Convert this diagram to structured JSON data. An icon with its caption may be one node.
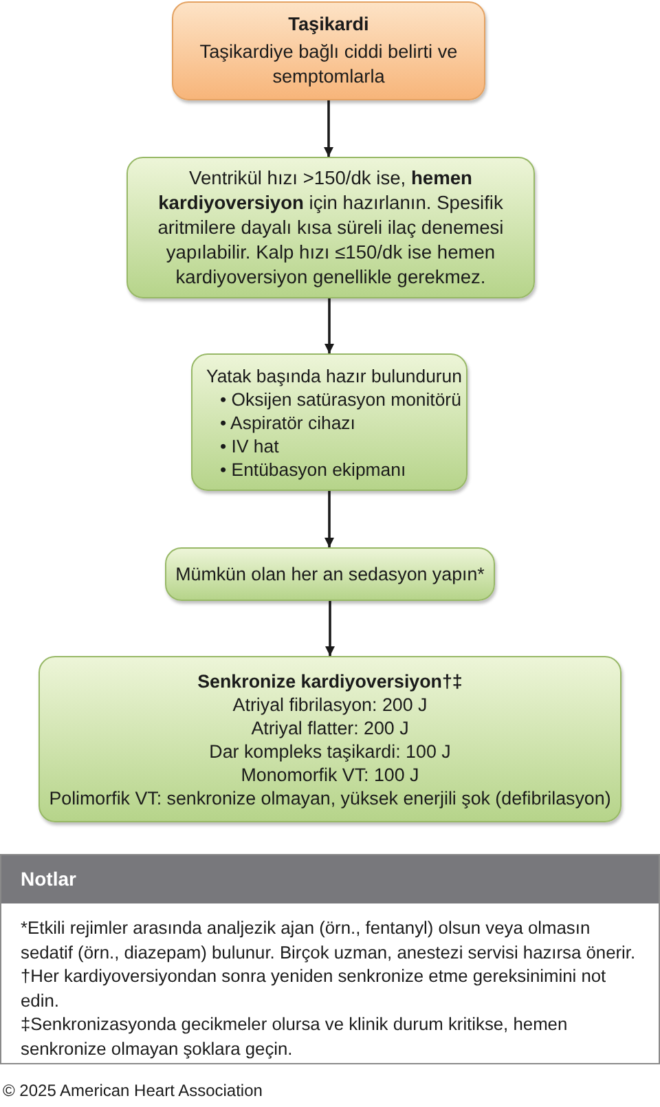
{
  "diagram": {
    "nodes": [
      {
        "text": [
          "Taşikardi",
          "Taşikardiye bağlı ciddi belirti ve semptomlarla"
        ]
      },
      {
        "text": [
          "Ventrikül hızı >150/dk ise, **hemen kardiyoversiyon** için hazırlanın. Spesifik aritmilere dayalı kısa süreli ilaç denemesi yapılabilir. Kalp hızı ≤150/dk ise hemen kardiyoversiyon genellikle gerekmez."
        ]
      },
      {
        "text": [
          "Yatak başında hazır bulundurun",
          "• Oksijen satürasyon monitörü",
          "• Aspiratör cihazı",
          "• IV hat",
          "• Entübasyon ekipmanı"
        ]
      },
      {
        "text": [
          "Mümkün olan her an sedasyon yapın*"
        ]
      },
      {
        "text": [
          "Senkronize kardiyoversiyon†‡",
          "Atriyal fibrilasyon: 200 J",
          "Atriyal flatter: 200 J",
          "Dar kompleks taşikardi: 100 J",
          "Monomorfik VT: 100 J",
          "Polimorfik VT: senkronize olmayan, yüksek enerjili şok (defibrilasyon)"
        ]
      },
      {
        "text": [
          "Notlar",
          "*Etkili rejimler arasında analjezik ajan (örn., fentanyl) olsun veya olmasın sedatif (örn., diazepam) bulunur. Birçok uzman, anestezi servisi hazırsa önerir.",
          "†Her kardiyoversiyondan sonra yeniden senkronize etme gereksinimini not edin.",
          "‡Senkronizasyonda gecikmeler olursa ve klinik durum kritikse, hemen senkronize olmayan şoklara geçin."
        ]
      }
    ],
    "edges": [
      {
        "from": 0,
        "to": 1,
        "arrow": "to"
      },
      {
        "from": 1,
        "to": 2,
        "arrow": "to"
      },
      {
        "from": 2,
        "to": 3,
        "arrow": "to"
      },
      {
        "from": 3,
        "to": 4,
        "arrow": "to"
      }
    ],
    "labels": [
      "© 2025 American Heart Association"
    ]
  }
}
